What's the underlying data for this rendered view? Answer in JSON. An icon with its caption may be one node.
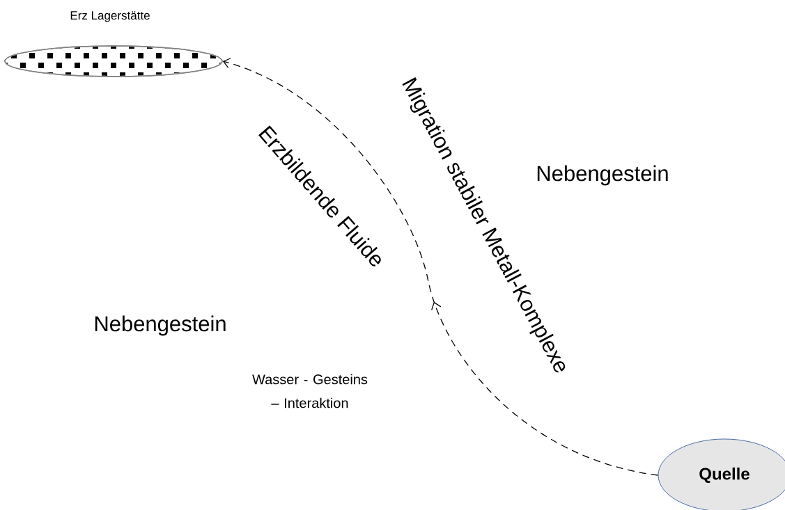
{
  "diagram": {
    "nodes": [
      {
        "text": [
          "Erz Lagerstätte"
        ]
      },
      {
        "text": [
          "Quelle"
        ]
      }
    ],
    "edges": [
      {
        "from": 1,
        "to": 0,
        "arrow": "to",
        "style": "dashed"
      }
    ],
    "labels": [
      "Migration stabiler Metall-Komplexe",
      "Erzbildende Fluide",
      "Nebengestein",
      "Nebengestein",
      "Wasser - Gesteins – Interaktion"
    ]
  }
}
